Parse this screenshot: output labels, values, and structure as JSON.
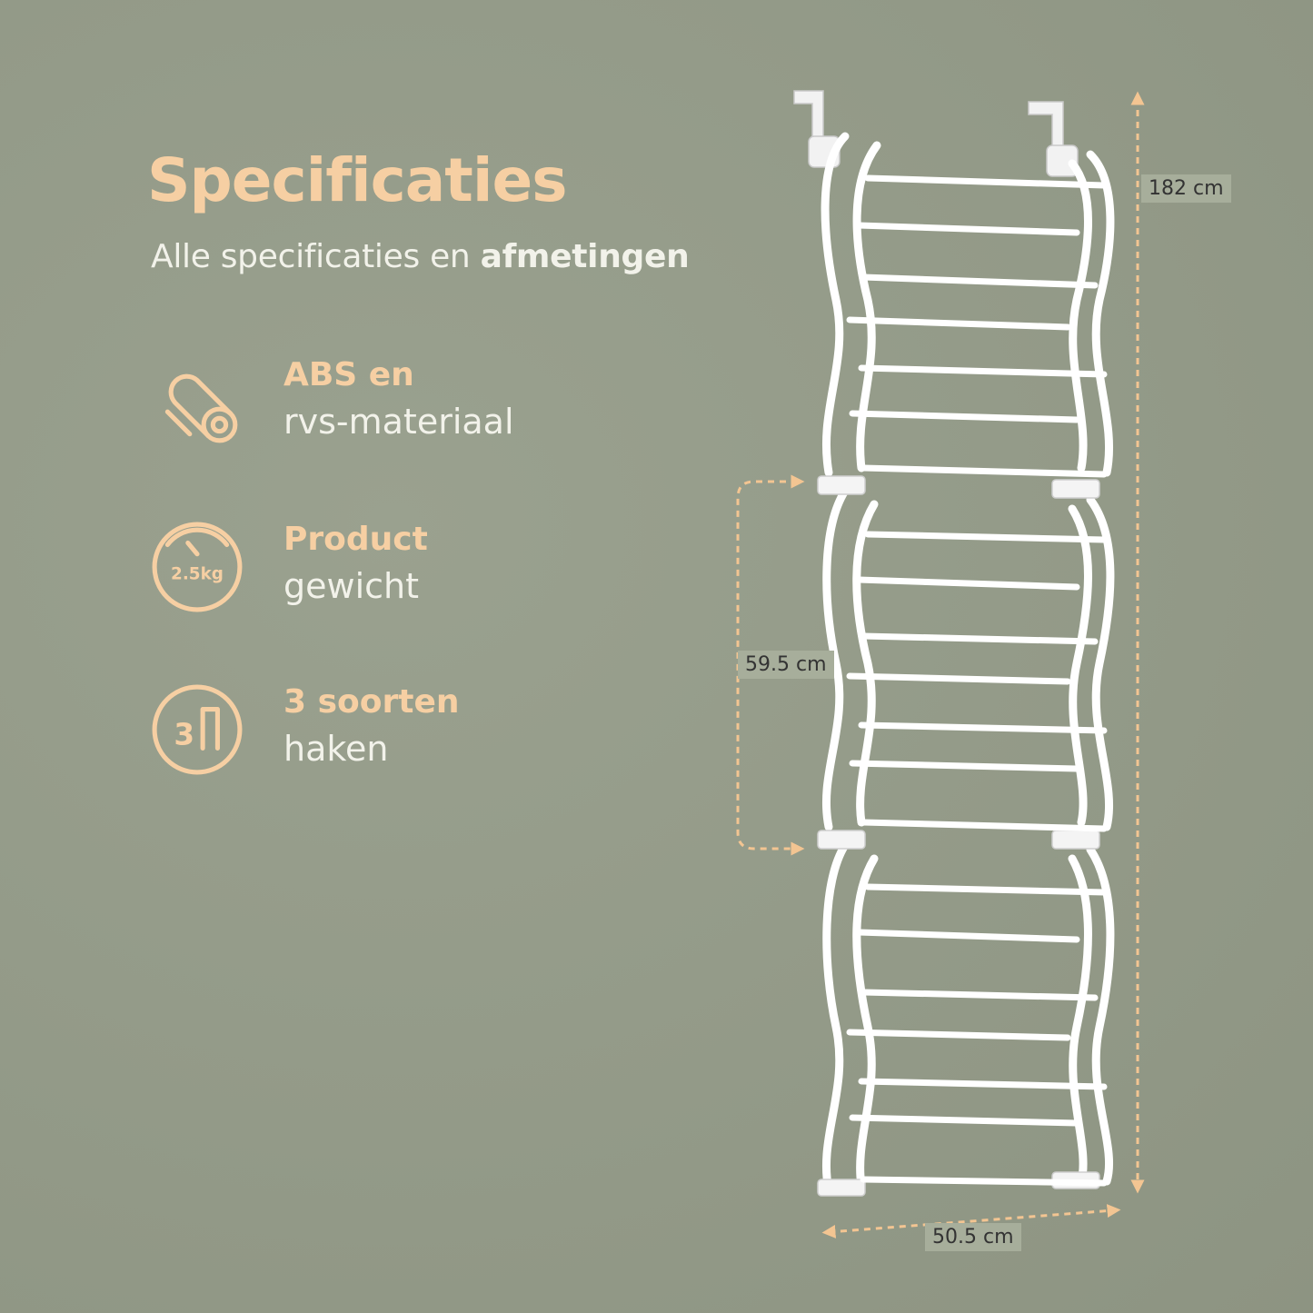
{
  "header": {
    "title": "Specificaties",
    "subtitle_plain": "Alle specificaties en ",
    "subtitle_bold": "afmetingen"
  },
  "features": [
    {
      "icon": "material-roll-icon",
      "line1": "ABS en",
      "line2": "rvs-materiaal"
    },
    {
      "icon": "weight-scale-icon",
      "icon_text": "2.5kg",
      "line1": "Product",
      "line2": "gewicht"
    },
    {
      "icon": "hook-types-icon",
      "icon_text": "3",
      "line1": "3 soorten",
      "line2": "haken"
    }
  ],
  "dimensions": {
    "height": "182 cm",
    "section": "59.5 cm",
    "width": "50.5 cm"
  },
  "colors": {
    "background": "#959c8a",
    "accent": "#f6cfa3",
    "text": "#f2f2ea",
    "rack": "#ffffff"
  }
}
